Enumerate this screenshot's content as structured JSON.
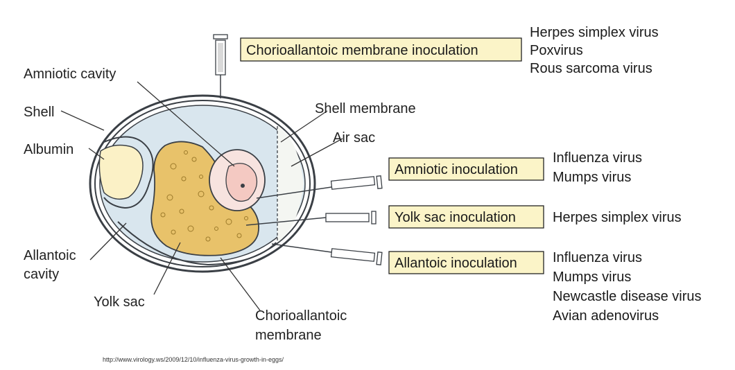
{
  "labels": {
    "amniotic_cavity": "Amniotic cavity",
    "shell": "Shell",
    "albumin": "Albumin",
    "allantoic_cavity_line1": "Allantoic",
    "allantoic_cavity_line2": "cavity",
    "yolk_sac": "Yolk sac",
    "cam_line1": "Chorioallantoic",
    "cam_line2": "membrane",
    "shell_membrane": "Shell membrane",
    "air_sac": "Air sac"
  },
  "inoculations": [
    {
      "label": "Chorioallantoic membrane inoculation",
      "viruses": [
        "Herpes simplex virus",
        "Poxvirus",
        "Rous sarcoma virus"
      ]
    },
    {
      "label": "Amniotic inoculation",
      "viruses": [
        "Influenza virus",
        "Mumps virus"
      ]
    },
    {
      "label": "Yolk sac inoculation",
      "viruses": [
        "Herpes simplex virus"
      ]
    },
    {
      "label": "Allantoic inoculation",
      "viruses": [
        "Influenza virus",
        "Mumps virus",
        "Newcastle disease virus",
        "Avian adenovirus"
      ]
    }
  ],
  "source_url": "http://www.virology.ws/2009/12/10/influenza-virus-growth-in-eggs/",
  "colors": {
    "egg_fill": "#d9e6ee",
    "shell_stroke": "#3a3f45",
    "albumin": "#fbf1c6",
    "yolk": "#e8c26a",
    "embryo": "#f4c9c2",
    "box_fill": "#fbf4c8"
  }
}
